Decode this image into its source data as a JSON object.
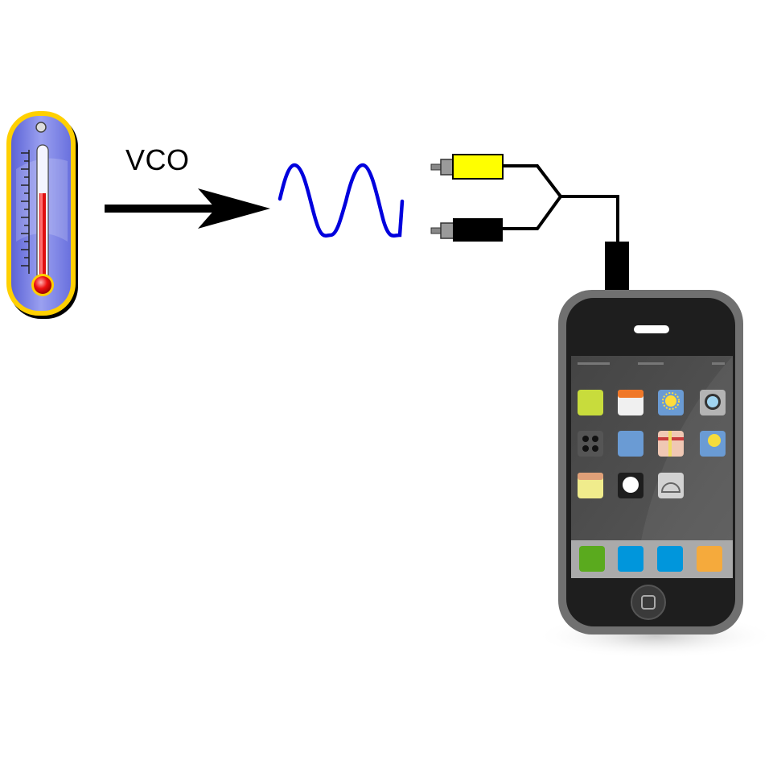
{
  "diagram": {
    "label": "VCO",
    "nodes": [
      {
        "id": "thermometer",
        "kind": "thermometer-icon"
      },
      {
        "id": "vco-arrow",
        "kind": "arrow-right-icon"
      },
      {
        "id": "sine-wave",
        "kind": "sine-wave-icon"
      },
      {
        "id": "rca-plug-yellow",
        "kind": "rca-plug-icon"
      },
      {
        "id": "rca-plug-black",
        "kind": "rca-plug-icon"
      },
      {
        "id": "audio-cable",
        "kind": "y-cable-icon"
      },
      {
        "id": "smartphone",
        "kind": "smartphone-icon"
      }
    ]
  },
  "colors": {
    "wave": "#0000dd",
    "plug_yellow": "#ffff00",
    "plug_black": "#000000",
    "thermo_frame": "#ffd000",
    "thermo_body": "#7f86e8",
    "phone_bezel": "#707070",
    "phone_body": "#1e1e1e",
    "screen": "#505050"
  },
  "phone": {
    "app_icons": [
      {
        "name": "app-green-icon",
        "color": "#c8dc3c"
      },
      {
        "name": "calendar-icon",
        "color": "#f0f0f0"
      },
      {
        "name": "photos-icon",
        "color": "#6a9bd4"
      },
      {
        "name": "camera-icon",
        "color": "#b4b4b4"
      },
      {
        "name": "grid-app-icon",
        "color": "#555555"
      },
      {
        "name": "app-blue-icon",
        "color": "#6a9bd4"
      },
      {
        "name": "gift-icon",
        "color": "#f0c8b4"
      },
      {
        "name": "weather-icon",
        "color": "#6a9bd4"
      },
      {
        "name": "notes-icon",
        "color": "#f0ec8c"
      },
      {
        "name": "clock-icon",
        "color": "#1e1e1e"
      },
      {
        "name": "settings-icon",
        "color": "#d2d2d2"
      }
    ],
    "dock_icons": [
      {
        "name": "dock-phone-icon",
        "color": "#5aaa1e"
      },
      {
        "name": "dock-mail-icon",
        "color": "#0096dc"
      },
      {
        "name": "dock-safari-icon",
        "color": "#0096dc"
      },
      {
        "name": "dock-music-icon",
        "color": "#f5aa3c"
      }
    ]
  }
}
